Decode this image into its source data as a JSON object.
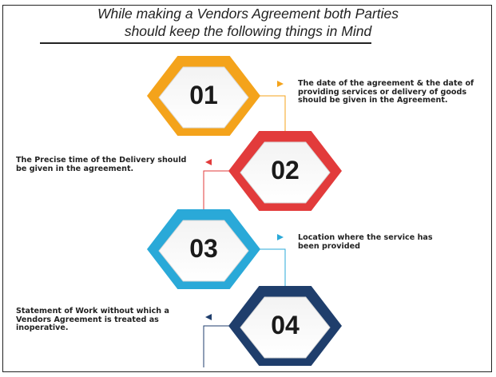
{
  "title": {
    "line1": "While making a Vendors Agreement both Parties",
    "line2": "should keep the following things in Mind"
  },
  "steps": [
    {
      "number": "01",
      "color": "#f4a31b",
      "text": "The date of the agreement & the date of providing services or delivery of goods should be given in the Agreement."
    },
    {
      "number": "02",
      "color": "#e23b3b",
      "text": "The Precise time of the Delivery should be given in the agreement."
    },
    {
      "number": "03",
      "color": "#2aa9d8",
      "text": "Location where the service has been provided"
    },
    {
      "number": "04",
      "color": "#1f3e6c",
      "text": "Statement of Work without which a Vendors Agreement is treated as inoperative."
    }
  ]
}
